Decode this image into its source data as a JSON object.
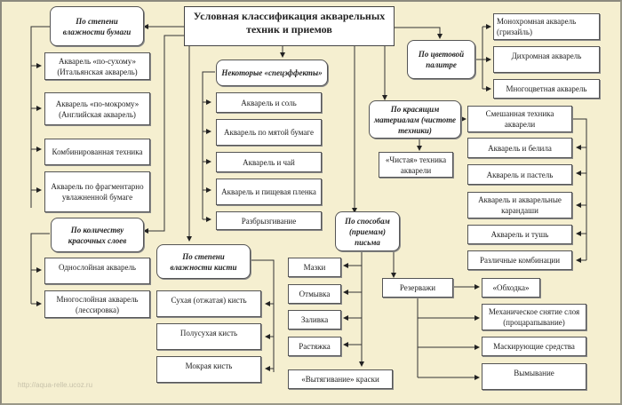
{
  "title": "Условная классификация акварельных техник и приемов",
  "watermark": "http://aqua-relle.ucoz.ru",
  "colors": {
    "background": "#f5efd0",
    "box_fill": "#ffffff",
    "line": "#333333"
  },
  "categories": {
    "paper_wetness": {
      "label": "По степени влажности бумаги",
      "items": [
        "Акварель «по-сухому» (Итальянская акварель)",
        "Акварель «по-мокрому» (Английская акварель)",
        "Комбинированная техника",
        "Акварель по фрагментарно увлажненной бумаге"
      ]
    },
    "paint_layers": {
      "label": "По количеству красочных слоев",
      "items": [
        "Однослойная акварель",
        "Многослойная акварель (лессировка)"
      ]
    },
    "brush_wetness": {
      "label": "По степени влажности кисти",
      "items": [
        "Сухая (отжатая) кисть",
        "Полусухая кисть",
        "Мокрая кисть"
      ]
    },
    "special_effects": {
      "label": "Некоторые «спецэффекты»",
      "items": [
        "Акварель и соль",
        "Акварель по мятой бумаге",
        "Акварель и чай",
        "Акварель и пищевая пленка",
        "Разбрызгивание"
      ]
    },
    "color_palette": {
      "label": "По цветовой палитре",
      "items": [
        "Монохромная акварель (гризайль)",
        "Дихромная акварель",
        "Многоцветная акварель"
      ]
    },
    "coloring_materials": {
      "label": "По красящим материалам (чистоте техники)",
      "pure": "«Чистая» техника акварели",
      "mixed": "Смешанная техника акварели",
      "mixed_items": [
        "Акварель и белила",
        "Акварель и пастель",
        "Акварель и акварельные карандаши",
        "Акварель и тушь",
        "Различные комбинации"
      ]
    },
    "painting_methods": {
      "label": "По способам (приемам) письма",
      "items": [
        "Мазки",
        "Отмывка",
        "Заливка",
        "Растяжка",
        "«Вытягивание» краски"
      ],
      "reserves": {
        "label": "Резерважи",
        "items": [
          "«Обходка»",
          "Механическое снятие слоя (процарапывание)",
          "Маскирующие средства",
          "Вымывание"
        ]
      }
    }
  }
}
